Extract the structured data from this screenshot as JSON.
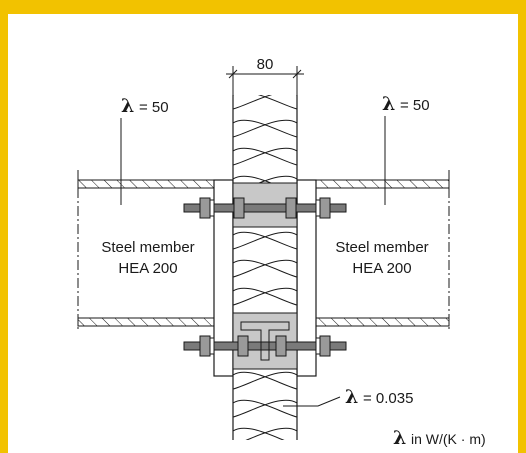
{
  "colors": {
    "frame": "#f2c200",
    "background": "#ffffff",
    "ink": "#1a1a1a",
    "steel_plate": "#c8c8c8",
    "bolt": "#7a7a7a"
  },
  "dimension": {
    "width_label": "80"
  },
  "labels": {
    "lambda_symbol": "λ",
    "left_lambda_value": "= 50",
    "right_lambda_value": "= 50",
    "insulation_lambda_value": "= 0.035",
    "left_member_line1": "Steel member",
    "left_member_line2": "HEA 200",
    "right_member_line1": "Steel member",
    "right_member_line2": "HEA 200",
    "unit_text": "in W/(K · m)"
  }
}
